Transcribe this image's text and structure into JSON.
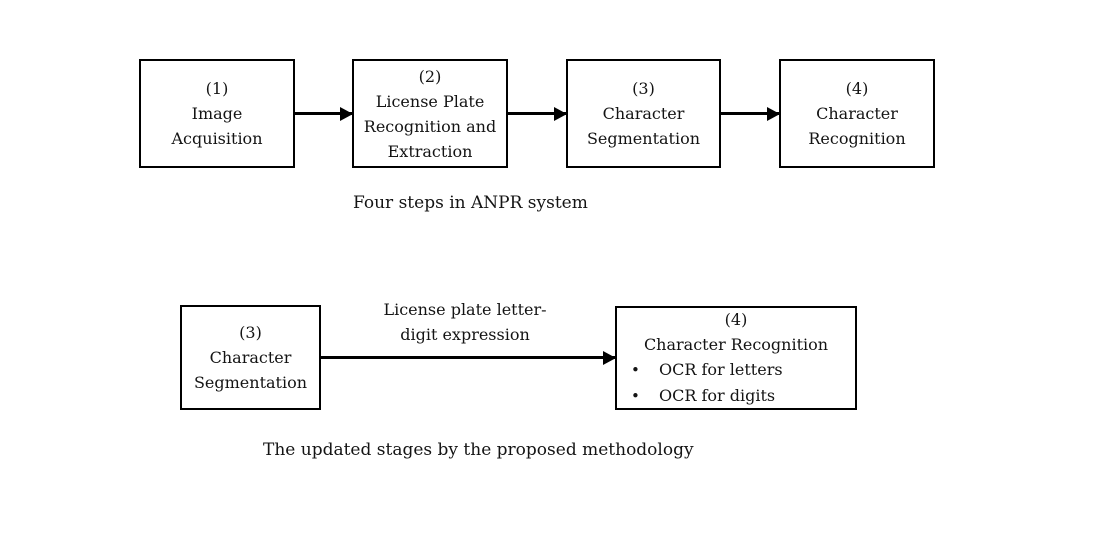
{
  "colors": {
    "ink": "#000000",
    "background": "#ffffff",
    "text": "#141414"
  },
  "diagram1": {
    "caption": "Four steps in ANPR system",
    "boxes": [
      {
        "number": "(1)",
        "lines": [
          "Image",
          "Acquisition"
        ]
      },
      {
        "number": "(2)",
        "lines": [
          "License Plate",
          "Recognition and",
          "Extraction"
        ]
      },
      {
        "number": "(3)",
        "lines": [
          "Character",
          "Segmentation"
        ]
      },
      {
        "number": "(4)",
        "lines": [
          "Character",
          "Recognition"
        ]
      }
    ]
  },
  "diagram2": {
    "caption": "The updated stages by the proposed methodology",
    "source_box": {
      "number": "(3)",
      "lines": [
        "Character",
        "Segmentation"
      ]
    },
    "arrow_label_lines": [
      "License plate letter-",
      "digit expression"
    ],
    "target_box": {
      "number": "(4)",
      "title": "Character Recognition",
      "bullet_glyph": "•",
      "bullets": [
        "OCR for letters",
        "OCR for digits"
      ]
    }
  }
}
